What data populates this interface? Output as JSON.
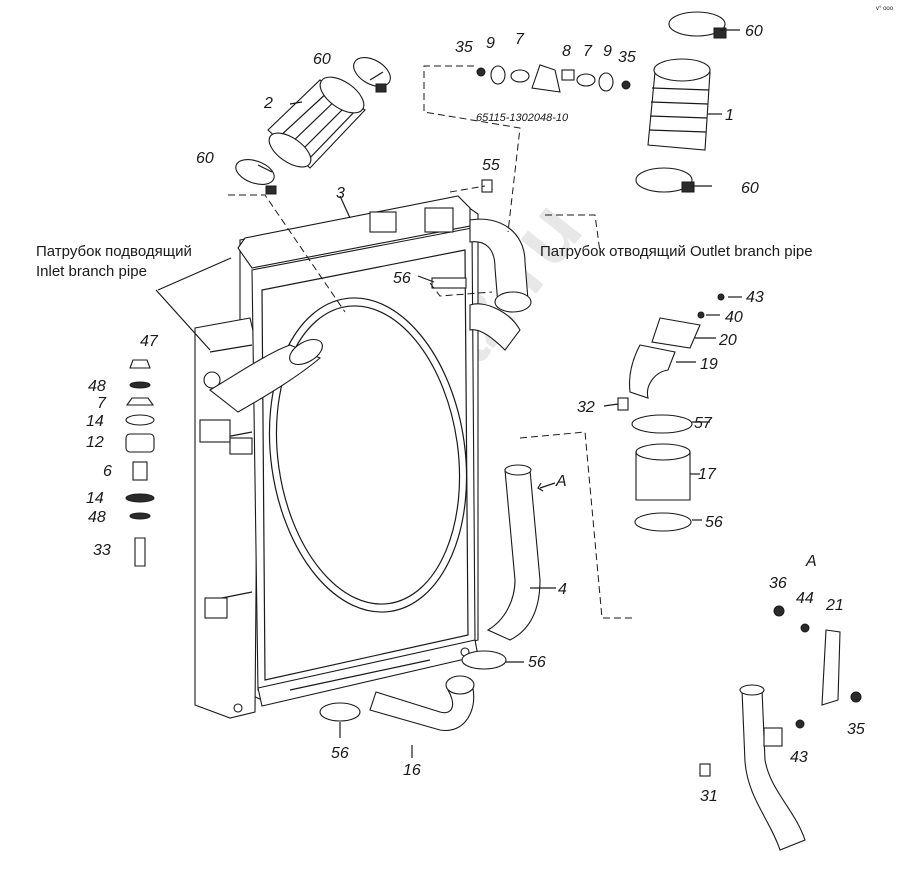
{
  "watermark": "zap-kamaz.ru",
  "corner_mark": "v° ooo",
  "captions": {
    "inlet_ru": "Патрубок подводящий",
    "inlet_en": "Inlet branch pipe",
    "outlet": "Патрубок отводящий Outlet branch pipe",
    "view_a_arrow": "A",
    "view_a_title": "A"
  },
  "part_code": "65115-1302048-10",
  "callouts": {
    "c60_top": "60",
    "c60_left": "60",
    "c60_right": "60",
    "c60_mid": "60",
    "c2": "2",
    "c1": "1",
    "c3": "3",
    "c35_a": "35",
    "c9_a": "9",
    "c7_a": "7",
    "c8": "8",
    "c7_b": "7",
    "c9_b": "9",
    "c35_b": "35",
    "c55": "55",
    "c56_a": "56",
    "c43_a": "43",
    "c40": "40",
    "c20": "20",
    "c19": "19",
    "c32": "32",
    "c57": "57",
    "c17": "17",
    "c56_b": "56",
    "c56_c": "56",
    "c56_d": "56",
    "c4": "4",
    "c16": "16",
    "c47": "47",
    "c48_a": "48",
    "c7_c": "7",
    "c14_a": "14",
    "c12": "12",
    "c6": "6",
    "c14_b": "14",
    "c48_b": "48",
    "c33": "33",
    "c36": "36",
    "c44": "44",
    "c21": "21",
    "c35_c": "35",
    "c43_b": "43",
    "c31": "31"
  }
}
